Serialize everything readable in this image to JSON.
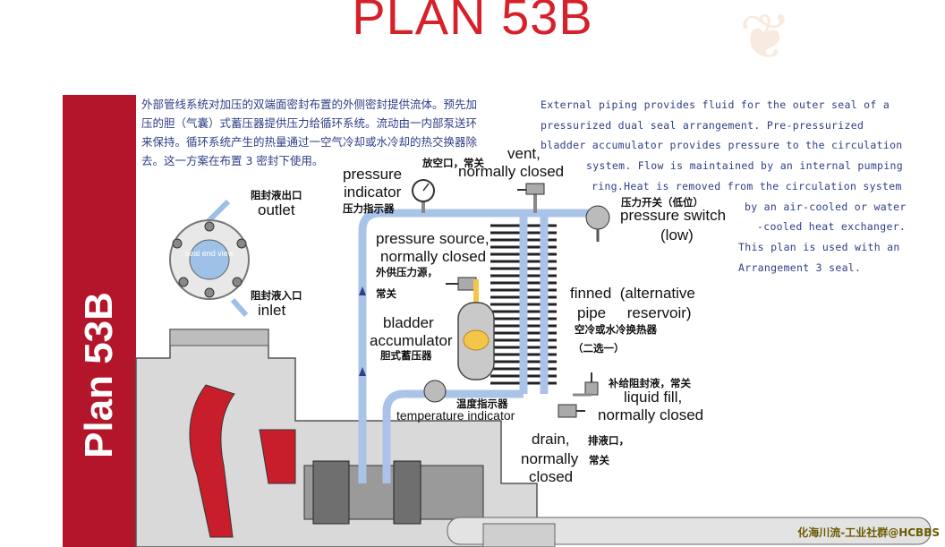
{
  "title": "PLAN 53B",
  "side_label": "Plan 53B",
  "cn_description": [
    "外部管线系统对加压的双端面密封布置的外侧密封提供流体。预先加",
    "压的胆（气囊）式蓄压器提供压力给循环系统。流动由一内部泵送环",
    "来保持。循环系统产生的热量通过一空气冷却或水冷却的热交换器除",
    "去。这一方案在布置 3 密封下使用。"
  ],
  "en_description": [
    "External piping provides fluid for the outer seal of a",
    "pressurized dual seal arrangement.  Pre-pressurized",
    "bladder accumulator provides pressure to the circulation",
    "system. Flow is maintained by an internal pumping",
    "ring.Heat is removed from the circulation system",
    "by an air-cooled or water",
    "-cooled heat exchanger.",
    "This plan is used with an",
    "Arrangement 3 seal."
  ],
  "labels": {
    "outlet_cn": "阻封液出口",
    "outlet_en": "outlet",
    "inlet_cn": "阻封液入口",
    "inlet_en": "inlet",
    "seal_end_view": "seal end view",
    "pressure_indicator_en_1": "pressure",
    "pressure_indicator_en_2": "indicator",
    "pressure_indicator_cn": "压力指示器",
    "vent_cn": "放空口，常关",
    "vent_en_1": "vent,",
    "vent_en_2": "normally closed",
    "pressure_switch_cn": "压力开关（低位）",
    "pressure_switch_en_1": "pressure switch",
    "pressure_switch_en_2": "(low)",
    "pressure_source_en_1": "pressure source,",
    "pressure_source_en_2": "normally closed",
    "pressure_source_cn_1": "外供压力源，",
    "pressure_source_cn_2": "常关",
    "bladder_en_1": "bladder",
    "bladder_en_2": "accumulator",
    "bladder_cn": "胆式蓄压器",
    "finned_en_1": "finned  (alternative",
    "finned_en_2": "pipe     reservoir)",
    "finned_cn_1": "空冷或水冷换热器",
    "finned_cn_2": "（二选一）",
    "temperature_cn": "温度指示器",
    "temperature_en": "temperature indicator",
    "liquid_fill_cn": "补给阻封液，常关",
    "liquid_fill_en_1": "liquid fill,",
    "liquid_fill_en_2": "normally closed",
    "drain_en_1": "drain,",
    "drain_cn": "排液口，",
    "drain_en_2": "normally",
    "drain_cn_2": "常关",
    "drain_en_3": "closed"
  },
  "watermark": "化海川流-工业社群@HCBBS",
  "colors": {
    "title": "#d6202a",
    "side_bar": "#b3162a",
    "description_text": "#2f3e86",
    "pipe": "#a9c4e8",
    "accumulator_highlight": "#f3c64a"
  }
}
